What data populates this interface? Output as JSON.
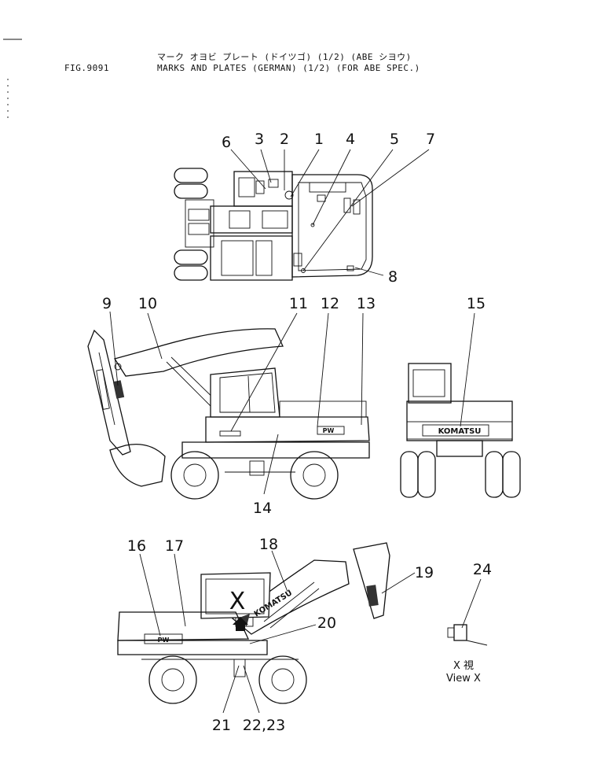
{
  "header": {
    "fig_label": "FIG.9091",
    "title_jp": "マーク オヨビ プレート (ドイツゴ) (1/2) (ABE シヨウ)",
    "title_en": "MARKS AND PLATES (GERMAN) (1/2) (FOR ABE SPEC.)"
  },
  "callouts": [
    "1",
    "2",
    "3",
    "4",
    "5",
    "6",
    "7",
    "8",
    "9",
    "10",
    "11",
    "12",
    "13",
    "14",
    "15",
    "16",
    "17",
    "18",
    "19",
    "20",
    "21",
    "22,23",
    "24"
  ],
  "decals": {
    "brand": "KOMATSU",
    "model_short": "PW"
  },
  "detail_view": {
    "marker": "X",
    "label_jp": "X 視",
    "label_en": "View X"
  }
}
